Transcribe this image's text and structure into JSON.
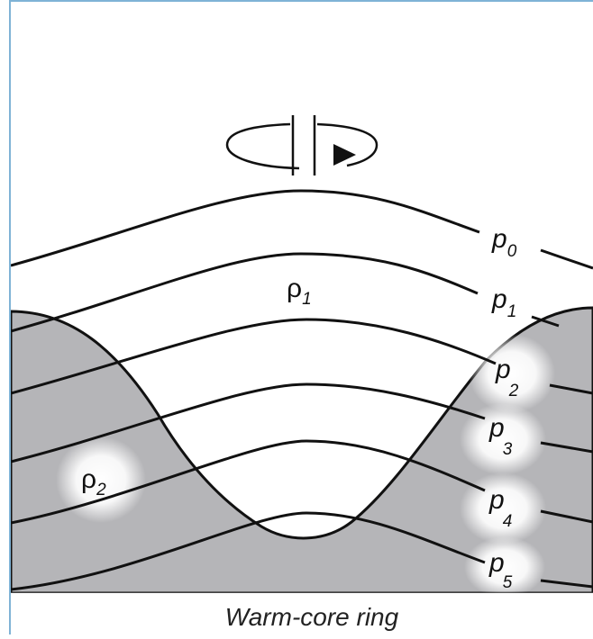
{
  "diagram": {
    "caption": "Warm-core ring",
    "density_labels": [
      {
        "base": "ρ",
        "sub": "1"
      },
      {
        "base": "ρ",
        "sub": "2"
      }
    ],
    "pressure_labels": [
      {
        "base": "p",
        "sub": "0"
      },
      {
        "base": "p",
        "sub": "1"
      },
      {
        "base": "p",
        "sub": "2"
      },
      {
        "base": "p",
        "sub": "3"
      },
      {
        "base": "p",
        "sub": "4"
      },
      {
        "base": "p",
        "sub": "5"
      }
    ],
    "rotation_icon": "clockwise-rotation-arrow-icon",
    "colors": {
      "lower_layer": "#b5b5b8",
      "lines": "#111111",
      "frame": "#7fb3d6"
    }
  }
}
